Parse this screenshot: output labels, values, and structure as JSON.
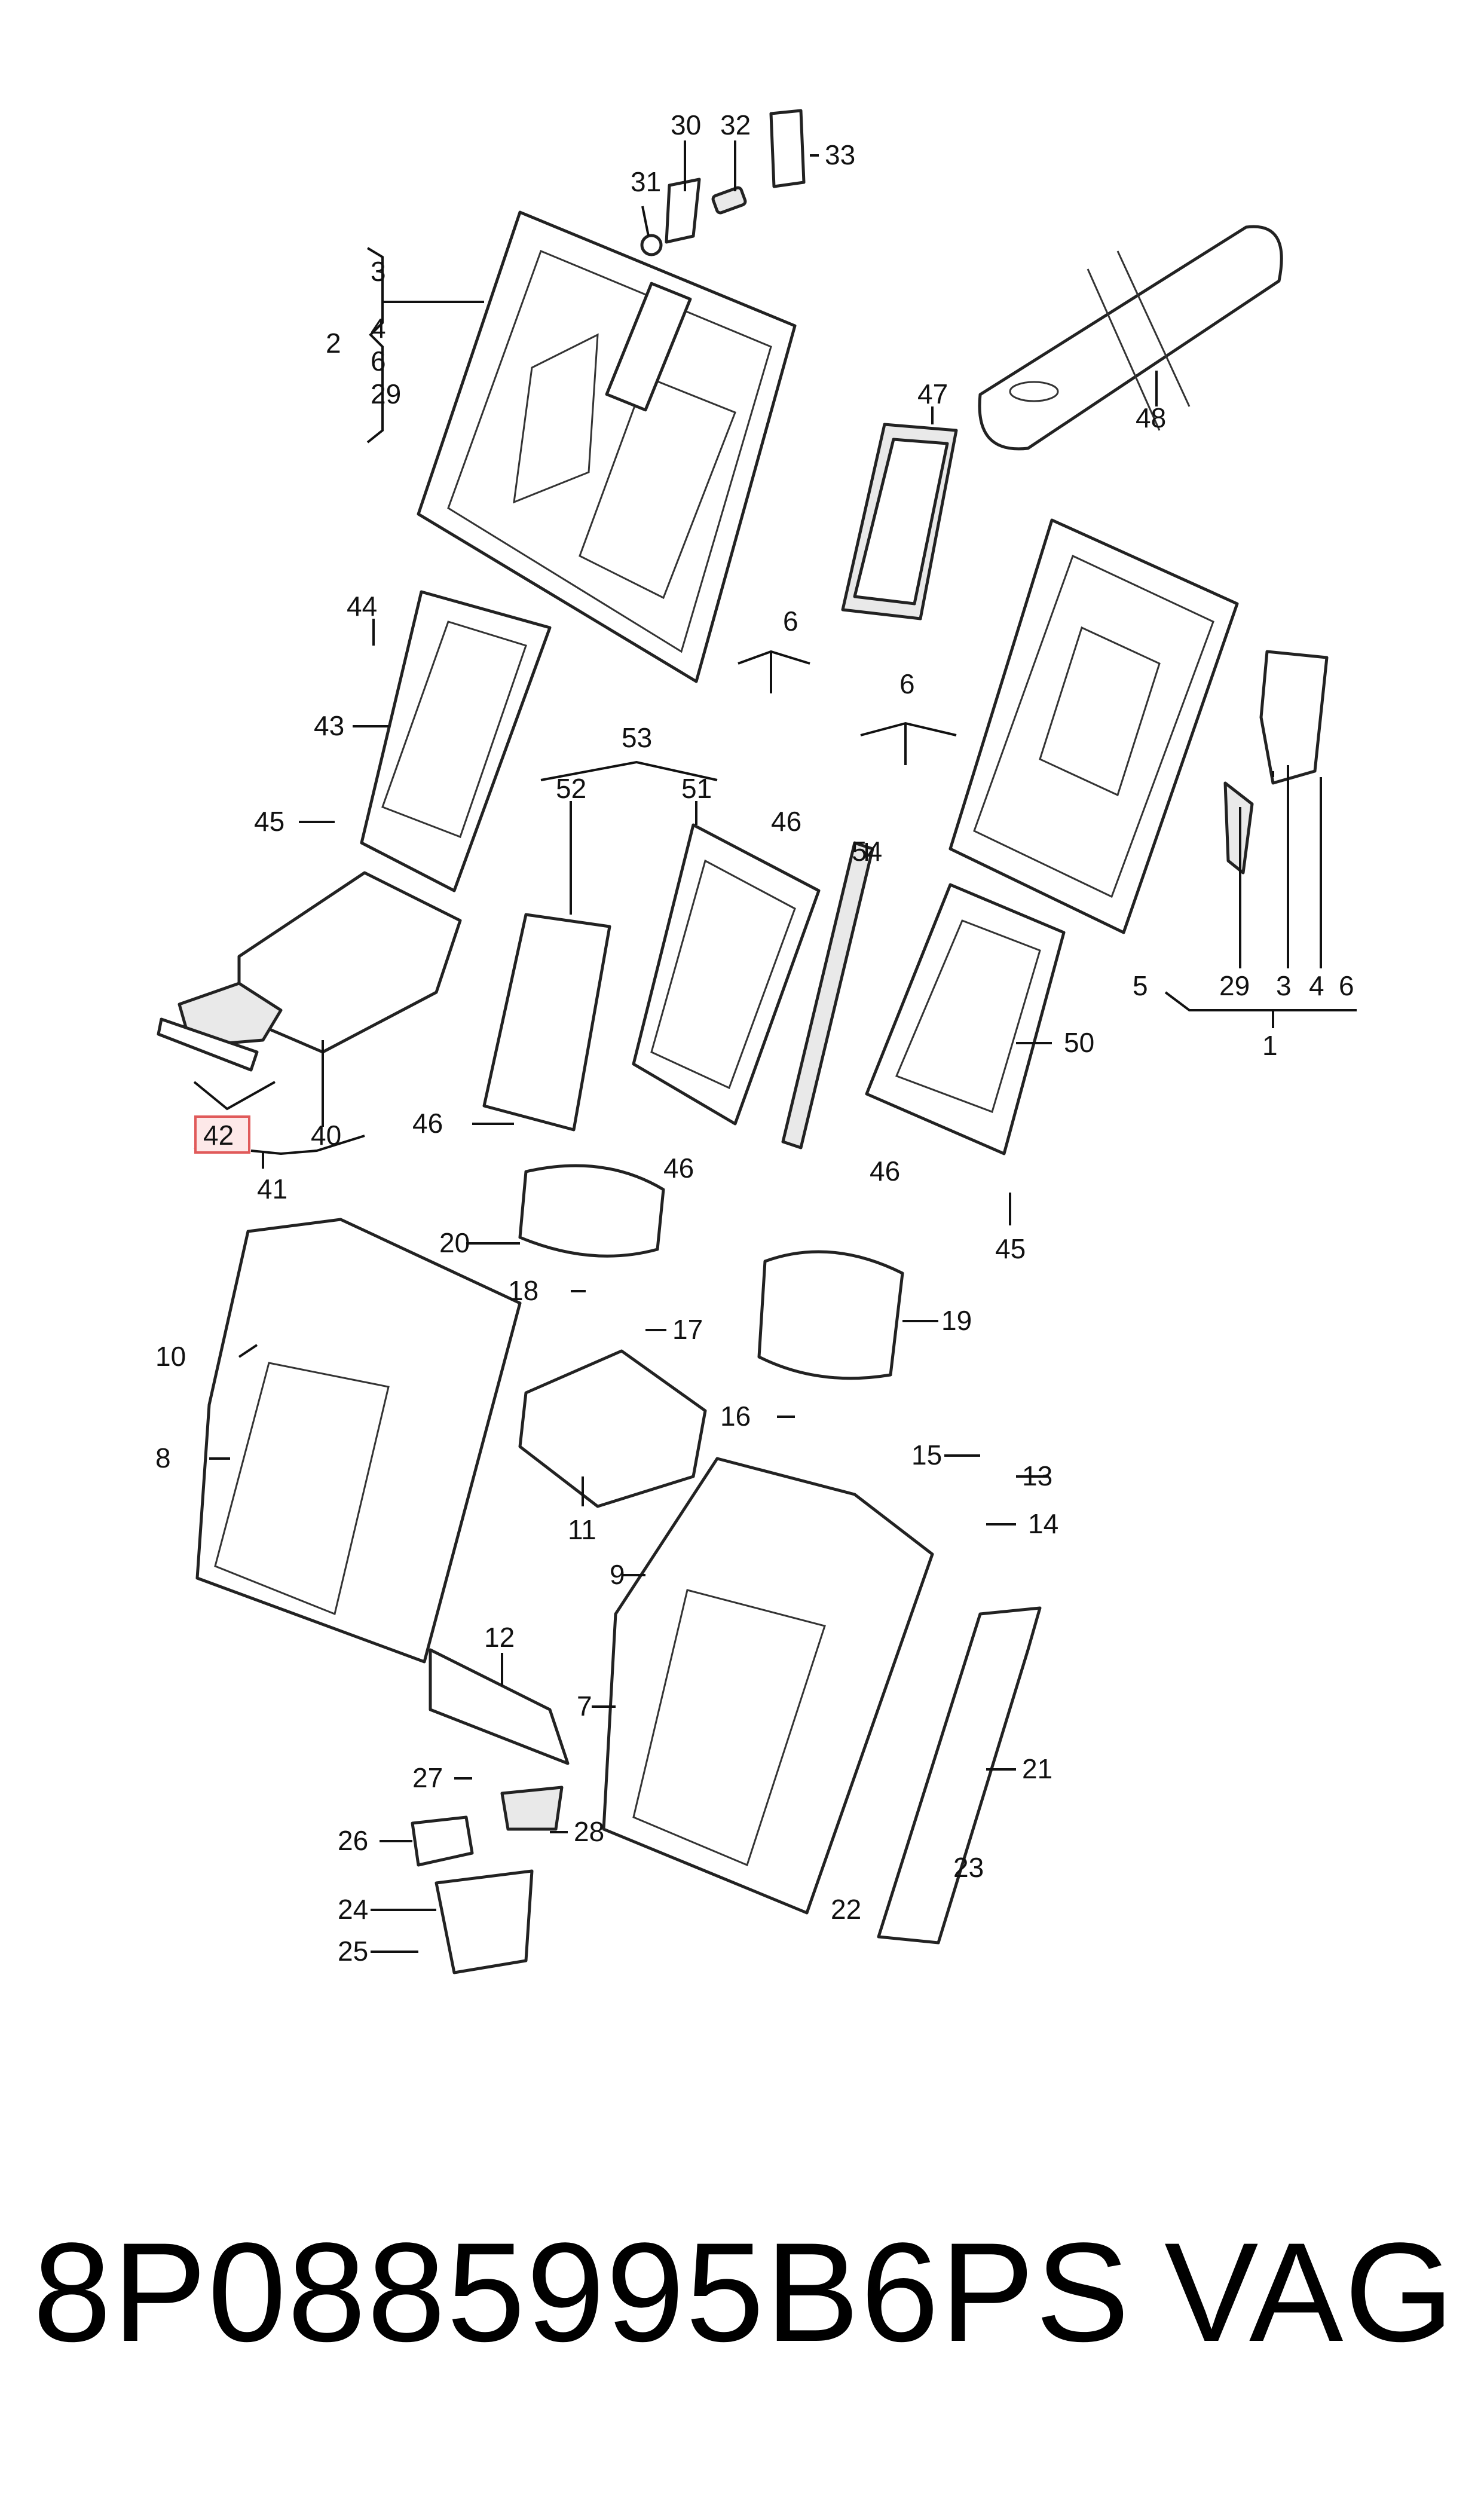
{
  "labels": {
    "n1": "1",
    "n2": "2",
    "n3a": "3",
    "n3b": "3",
    "n4a": "4",
    "n4b": "4",
    "n5": "5",
    "n6a": "6",
    "n6b": "6",
    "n6c": "6",
    "n6d": "6",
    "n7": "7",
    "n8": "8",
    "n9": "9",
    "n10": "10",
    "n11": "11",
    "n12": "12",
    "n13": "13",
    "n14": "14",
    "n15": "15",
    "n16": "16",
    "n17": "17",
    "n18": "18",
    "n19": "19",
    "n20": "20",
    "n21": "21",
    "n22": "22",
    "n23": "23",
    "n24": "24",
    "n25": "25",
    "n26": "26",
    "n27": "27",
    "n28": "28",
    "n29a": "29",
    "n29b": "29",
    "n30": "30",
    "n31": "31",
    "n32": "32",
    "n33": "33",
    "n40": "40",
    "n41": "41",
    "n42": "42",
    "n43": "43",
    "n44": "44",
    "n45a": "45",
    "n45b": "45",
    "n46a": "46",
    "n46b": "46",
    "n46c": "46",
    "n46d": "46",
    "n47": "47",
    "n48": "48",
    "n50": "50",
    "n51": "51",
    "n52": "52",
    "n53": "53",
    "n54": "54"
  },
  "highlight": {
    "part": "42",
    "color": "#e05a5a"
  },
  "footer": {
    "part_number": "8P0885995B6PS",
    "brand": "VAG"
  }
}
